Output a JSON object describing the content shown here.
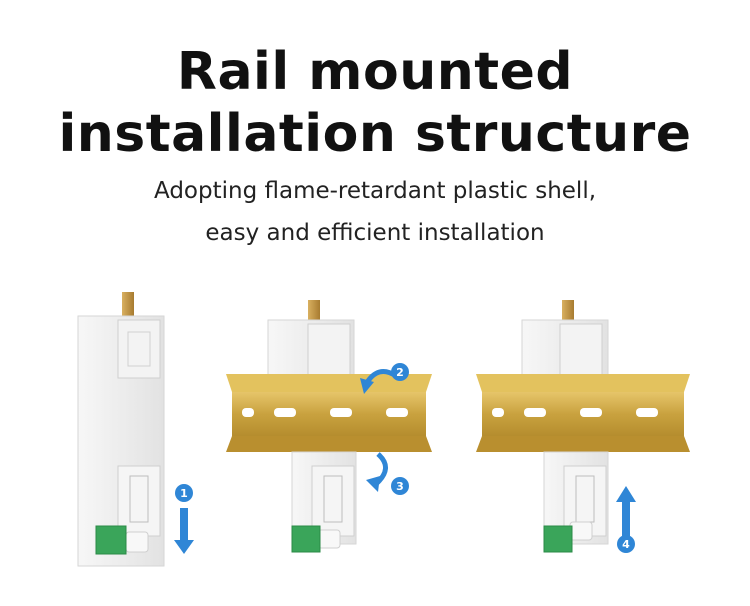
{
  "title_line1": "Rail mounted",
  "title_line2": "installation structure",
  "subtitle_line1": "Adopting flame-retardant plastic shell,",
  "subtitle_line2": "easy and efficient installation",
  "steps": [
    "1",
    "2",
    "3",
    "4"
  ],
  "colors": {
    "background": "#ffffff",
    "shell": "#eeeeee",
    "rail": "#cfa948",
    "arrow": "#2f86d6",
    "terminal": "#3aa55a",
    "brass_pin": "#c79a45"
  }
}
